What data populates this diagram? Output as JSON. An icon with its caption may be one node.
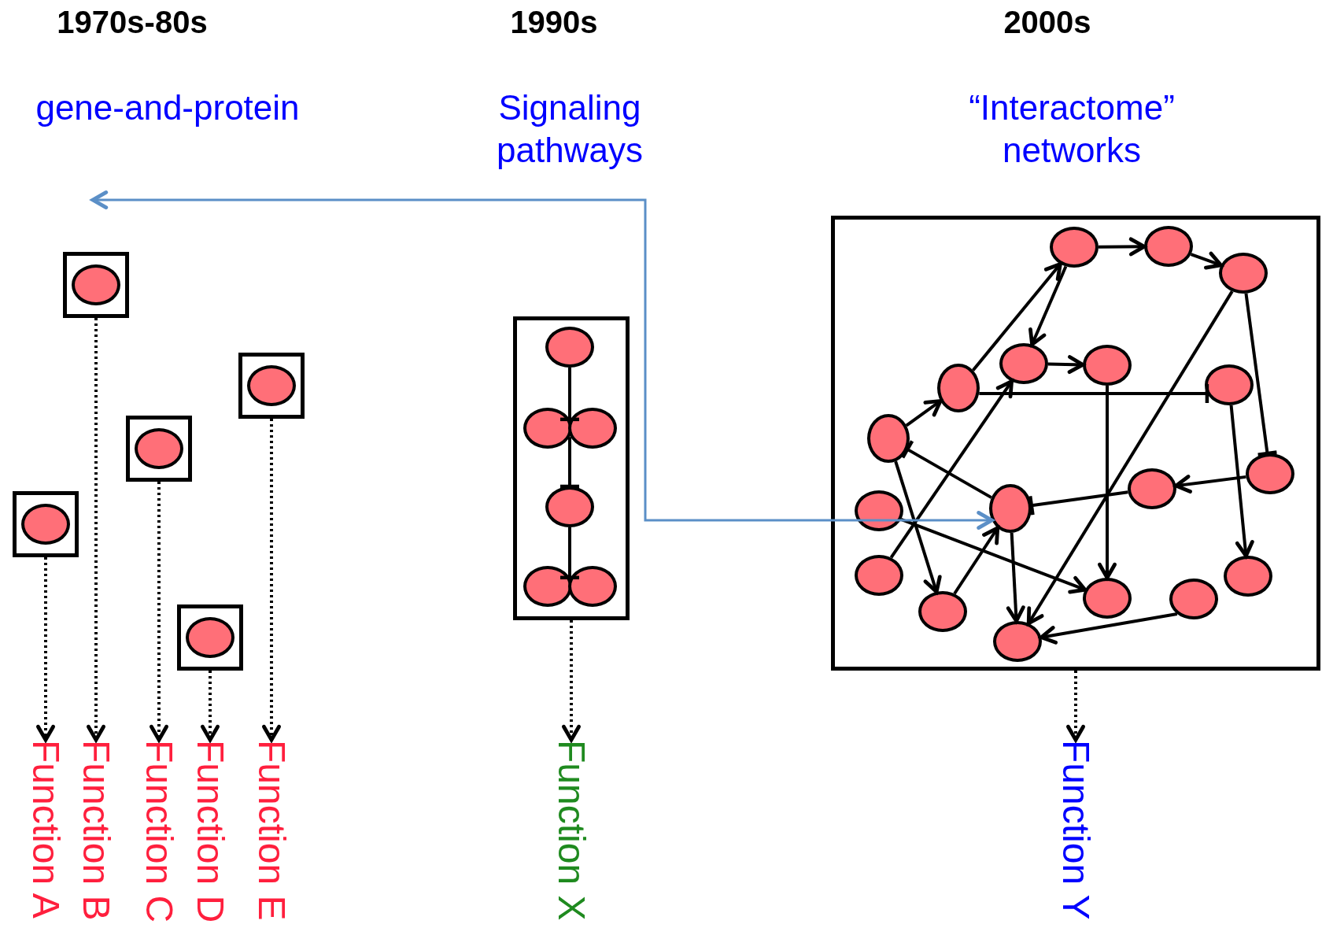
{
  "diagram": {
    "nodes": [
      {
        "text": [],
        "shape": "box"
      },
      {
        "text": [],
        "shape": "box"
      },
      {
        "text": [],
        "shape": "box"
      },
      {
        "text": [],
        "shape": "box"
      },
      {
        "text": [],
        "shape": "box"
      },
      {
        "text": [],
        "shape": "circle",
        "in": 0
      },
      {
        "text": [],
        "shape": "circle",
        "in": 1
      },
      {
        "text": [],
        "shape": "circle",
        "in": 2
      },
      {
        "text": [],
        "shape": "circle",
        "in": 3
      },
      {
        "text": [],
        "shape": "circle",
        "in": 4
      },
      {
        "text": [],
        "shape": "box"
      },
      {
        "text": [],
        "shape": "circle",
        "in": 10
      },
      {
        "text": [],
        "shape": "circle",
        "in": 10
      },
      {
        "text": [],
        "shape": "circle",
        "in": 10
      },
      {
        "text": [],
        "shape": "circle",
        "in": 10
      },
      {
        "text": [],
        "shape": "circle",
        "in": 10
      },
      {
        "text": [],
        "shape": "circle",
        "in": 10
      },
      {
        "text": [],
        "shape": "box"
      },
      {
        "text": [],
        "shape": "circle",
        "in": 17
      },
      {
        "text": [],
        "shape": "circle",
        "in": 17
      },
      {
        "text": [],
        "shape": "circle",
        "in": 17
      },
      {
        "text": [],
        "shape": "circle",
        "in": 17
      },
      {
        "text": [],
        "shape": "circle",
        "in": 17
      },
      {
        "text": [],
        "shape": "circle",
        "in": 17
      },
      {
        "text": [],
        "shape": "circle",
        "in": 17
      },
      {
        "text": [],
        "shape": "circle",
        "in": 17
      },
      {
        "text": [],
        "shape": "circle",
        "in": 17
      },
      {
        "text": [],
        "shape": "circle",
        "in": 17
      },
      {
        "text": [],
        "shape": "circle",
        "in": 17
      },
      {
        "text": [],
        "shape": "circle",
        "in": 17
      },
      {
        "text": [],
        "shape": "circle",
        "in": 17
      },
      {
        "text": [],
        "shape": "circle",
        "in": 17
      },
      {
        "text": [],
        "shape": "circle",
        "in": 17
      },
      {
        "text": [],
        "shape": "circle",
        "in": 17
      },
      {
        "text": [],
        "shape": "circle",
        "in": 17
      },
      {
        "text": [],
        "shape": "circle",
        "in": 17
      },
      {
        "text": [
          "Function A"
        ]
      },
      {
        "text": [
          "Function B"
        ]
      },
      {
        "text": [
          "Function C"
        ]
      },
      {
        "text": [
          "Function D"
        ]
      },
      {
        "text": [
          "Function E"
        ]
      },
      {
        "text": [
          "Function X"
        ]
      },
      {
        "text": [
          "Function Y"
        ]
      }
    ],
    "edges": [
      {
        "from": 0,
        "to": 36,
        "arrow": "to",
        "style": "dashed"
      },
      {
        "from": 1,
        "to": 37,
        "arrow": "to",
        "style": "dashed"
      },
      {
        "from": 2,
        "to": 38,
        "arrow": "to",
        "style": "dashed"
      },
      {
        "from": 3,
        "to": 39,
        "arrow": "to",
        "style": "dashed"
      },
      {
        "from": 4,
        "to": 40,
        "arrow": "to",
        "style": "dashed"
      },
      {
        "from": 10,
        "to": 41,
        "arrow": "to",
        "style": "dashed"
      },
      {
        "from": 17,
        "to": 42,
        "arrow": "to",
        "style": "dashed"
      },
      {
        "from": 11,
        "to": 12,
        "arrow": "other"
      },
      {
        "from": 12,
        "to": 14,
        "arrow": "other"
      },
      {
        "from": 14,
        "to": 15,
        "arrow": "other"
      },
      {
        "from": 25,
        "to": 21,
        "arrow": "to"
      },
      {
        "from": 21,
        "to": 18,
        "arrow": "to"
      },
      {
        "from": 18,
        "to": 22,
        "arrow": "to"
      },
      {
        "from": 18,
        "to": 19,
        "arrow": "to"
      },
      {
        "from": 19,
        "to": 20,
        "arrow": "to"
      },
      {
        "from": 22,
        "to": 23,
        "arrow": "to"
      },
      {
        "from": 21,
        "to": 24,
        "arrow": "other"
      },
      {
        "from": 20,
        "to": 26,
        "arrow": "other"
      },
      {
        "from": 20,
        "to": 35,
        "arrow": "to"
      },
      {
        "from": 23,
        "to": 33,
        "arrow": "to"
      },
      {
        "from": 24,
        "to": 31,
        "arrow": "to"
      },
      {
        "from": 30,
        "to": 22,
        "arrow": "to"
      },
      {
        "from": 26,
        "to": 27,
        "arrow": "to"
      },
      {
        "from": 27,
        "to": 29,
        "arrow": "other"
      },
      {
        "from": 29,
        "to": 25,
        "arrow": "other"
      },
      {
        "from": 25,
        "to": 32,
        "arrow": "to"
      },
      {
        "from": 32,
        "to": 29,
        "arrow": "to"
      },
      {
        "from": 29,
        "to": 35,
        "arrow": "to"
      },
      {
        "from": 28,
        "to": 33,
        "arrow": "to"
      },
      {
        "from": 34,
        "to": 35,
        "arrow": "to"
      },
      {
        "from": null,
        "to": 29,
        "arrow": "both",
        "color": "#5b8fc7"
      }
    ],
    "labels": [
      "1970s-80s",
      "1990s",
      "2000s",
      "gene-and-protein",
      "Signaling pathways",
      "“Interactome” networks"
    ]
  }
}
